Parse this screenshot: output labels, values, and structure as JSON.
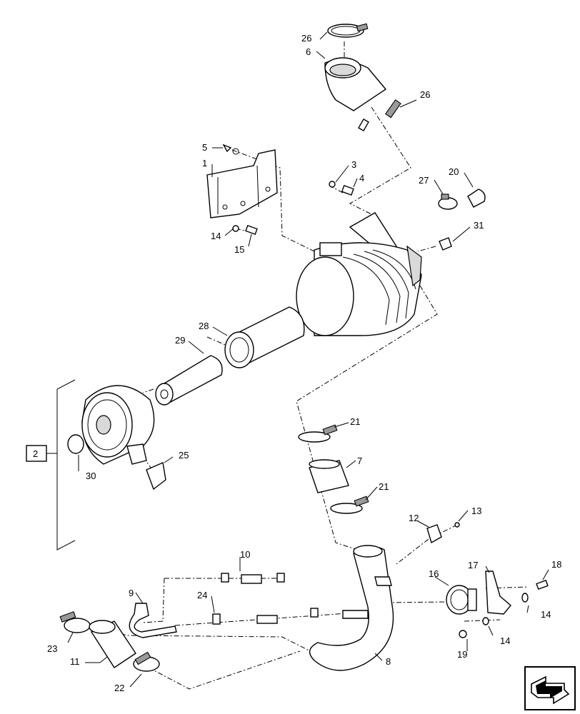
{
  "callouts": {
    "c26a": "26",
    "c6": "6",
    "c26b": "26",
    "c5": "5",
    "c1": "1",
    "c3": "3",
    "c4": "4",
    "c27": "27",
    "c20": "20",
    "c31": "31",
    "c14a": "14",
    "c15": "15",
    "c28": "28",
    "c29": "29",
    "c2": "2",
    "c30": "30",
    "c25": "25",
    "c21a": "21",
    "c7": "7",
    "c21b": "21",
    "c12": "12",
    "c13": "13",
    "c10": "10",
    "c9": "9",
    "c24": "24",
    "c16": "16",
    "c17": "17",
    "c18": "18",
    "c14b": "14",
    "c14c": "14",
    "c19": "19",
    "c23": "23",
    "c11": "11",
    "c8": "8",
    "c22": "22"
  },
  "icons": {
    "nav": "arrow-navigation-icon"
  }
}
